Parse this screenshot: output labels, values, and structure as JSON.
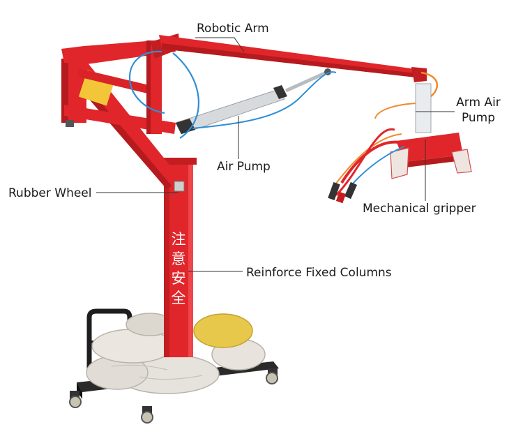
{
  "labels": {
    "robotic_arm": "Robotic Arm",
    "arm_air_pump_line1": "Arm Air",
    "arm_air_pump_line2": "Pump",
    "air_pump": "Air Pump",
    "rubber_wheel": "Rubber Wheel",
    "mechanical_gripper": "Mechanical gripper",
    "reinforce_fixed_columns": "Reinforce Fixed Columns"
  },
  "column_text": [
    "注",
    "意",
    "安",
    "全"
  ],
  "colors": {
    "frame_red": "#e0262a",
    "frame_dark": "#b51a1e",
    "hose_blue": "#2e8fd6",
    "hose_orange": "#f08a2a",
    "cylinder_silver": "#d7dadd",
    "cart_black": "#1e1e1e",
    "sack_white": "#e6e2dc",
    "sack_yellow": "#e8c84a",
    "leader_line": "#333333"
  }
}
